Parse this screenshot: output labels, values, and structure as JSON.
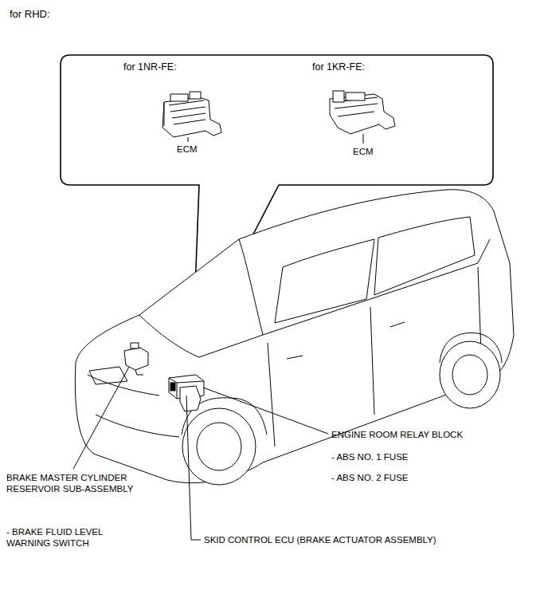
{
  "diagram": {
    "nodes": [
      {
        "text": [
          "for 1NR-FE:",
          "for 1KR-FE:",
          "ECM",
          "ECM"
        ]
      }
    ],
    "labels": [
      "for RHD:",
      "ENGINE ROOM RELAY BLOCK",
      "- ABS NO. 1 FUSE",
      "- ABS NO. 2 FUSE",
      "BRAKE MASTER CYLINDER RESERVOIR SUB-ASSEMBLY",
      "- BRAKE FLUID LEVEL WARNING SWITCH",
      "SKID CONTROL ECU (BRAKE ACTUATOR ASSEMBLY)"
    ]
  }
}
